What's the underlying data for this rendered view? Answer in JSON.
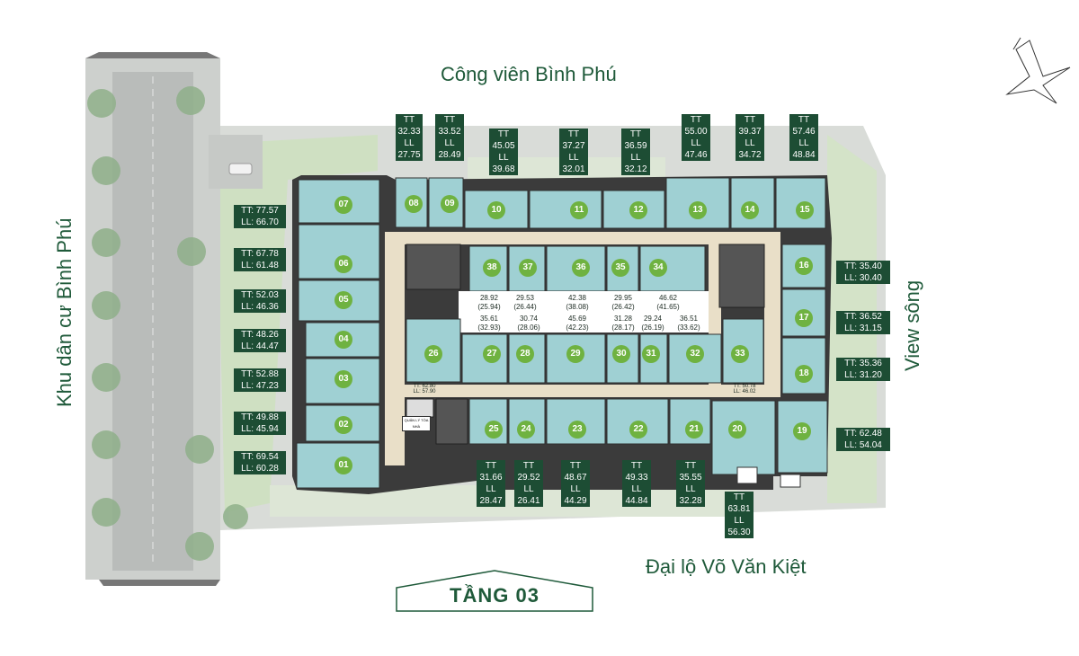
{
  "labels": {
    "top": "Công viên Bình Phú",
    "left": "Khu dân cư Bình Phú",
    "right": "View sông",
    "bottom": "Đại lộ Võ Văn Kiệt"
  },
  "floor": "TẦNG 03",
  "management_room": "QUẢN LÝ TÒA NHÀ",
  "units": [
    {
      "no": "01",
      "tt": "TT: 69.54",
      "ll": "LL: 60.28"
    },
    {
      "no": "02",
      "tt": "TT: 49.88",
      "ll": "LL: 45.94"
    },
    {
      "no": "03",
      "tt": "TT: 52.88",
      "ll": "LL: 47.23"
    },
    {
      "no": "04",
      "tt": "TT: 48.26",
      "ll": "LL: 44.47"
    },
    {
      "no": "05",
      "tt": "TT: 52.03",
      "ll": "LL: 46.36"
    },
    {
      "no": "06",
      "tt": "TT: 67.78",
      "ll": "LL: 61.48"
    },
    {
      "no": "07",
      "tt": "TT: 77.57",
      "ll": "LL: 66.70"
    },
    {
      "no": "08",
      "tt": "TT",
      "tt_val": "32.33",
      "ll": "LL",
      "ll_val": "27.75"
    },
    {
      "no": "09",
      "tt": "TT",
      "tt_val": "33.52",
      "ll": "LL",
      "ll_val": "28.49"
    },
    {
      "no": "10",
      "tt": "TT",
      "tt_val": "45.05",
      "ll": "LL",
      "ll_val": "39.68"
    },
    {
      "no": "11",
      "tt": "TT",
      "tt_val": "37.27",
      "ll": "LL",
      "ll_val": "32.01"
    },
    {
      "no": "12",
      "tt": "TT",
      "tt_val": "36.59",
      "ll": "LL",
      "ll_val": "32.12"
    },
    {
      "no": "13",
      "tt": "TT",
      "tt_val": "55.00",
      "ll": "LL",
      "ll_val": "47.46"
    },
    {
      "no": "14",
      "tt": "TT",
      "tt_val": "39.37",
      "ll": "LL",
      "ll_val": "34.72"
    },
    {
      "no": "15",
      "tt": "TT",
      "tt_val": "57.46",
      "ll": "LL",
      "ll_val": "48.84"
    },
    {
      "no": "16",
      "tt": "TT: 35.40",
      "ll": "LL: 30.40"
    },
    {
      "no": "17",
      "tt": "TT: 36.52",
      "ll": "LL: 31.15"
    },
    {
      "no": "18",
      "tt": "TT: 35.36",
      "ll": "LL: 31.20"
    },
    {
      "no": "19",
      "tt": "TT: 62.48",
      "ll": "LL: 54.04"
    },
    {
      "no": "20",
      "tt": "TT",
      "tt_val": "63.81",
      "ll": "LL",
      "ll_val": "56.30"
    },
    {
      "no": "21",
      "tt": "TT",
      "tt_val": "35.55",
      "ll": "LL",
      "ll_val": "32.28"
    },
    {
      "no": "22",
      "tt": "TT",
      "tt_val": "49.33",
      "ll": "LL",
      "ll_val": "44.84"
    },
    {
      "no": "23",
      "tt": "TT",
      "tt_val": "48.67",
      "ll": "LL",
      "ll_val": "44.29"
    },
    {
      "no": "24",
      "tt": "TT",
      "tt_val": "29.52",
      "ll": "LL",
      "ll_val": "26.41"
    },
    {
      "no": "25",
      "tt": "TT",
      "tt_val": "31.66",
      "ll": "LL",
      "ll_val": "28.47"
    },
    {
      "no": "26",
      "tt": "TT: 62.80",
      "ll": "LL: 57.90"
    },
    {
      "no": "27",
      "a": "35.61",
      "b": "(32.93)"
    },
    {
      "no": "28",
      "a": "30.74",
      "b": "(28.06)"
    },
    {
      "no": "29",
      "a": "45.69",
      "b": "(42.23)"
    },
    {
      "no": "30",
      "a": "31.28",
      "b": "(28.17)"
    },
    {
      "no": "31",
      "a": "29.24",
      "b": "(26.19)"
    },
    {
      "no": "32",
      "a": "36.51",
      "b": "(33.62)"
    },
    {
      "no": "33",
      "tt": "TT: 50.78",
      "ll": "LL: 46.02"
    },
    {
      "no": "34",
      "a": "46.62",
      "b": "(41.65)"
    },
    {
      "no": "35",
      "a": "29.95",
      "b": "(26.42)"
    },
    {
      "no": "36",
      "a": "42.38",
      "b": "(38.08)"
    },
    {
      "no": "37",
      "a": "29.53",
      "b": "(26.44)"
    },
    {
      "no": "38",
      "a": "28.92",
      "b": "(25.94)"
    }
  ],
  "colors": {
    "unit": "#9fd0d3",
    "box": "#1d4d34",
    "circle": "#6fb241",
    "corridor": "#e9dfc8",
    "text": "#1f5a3a"
  }
}
